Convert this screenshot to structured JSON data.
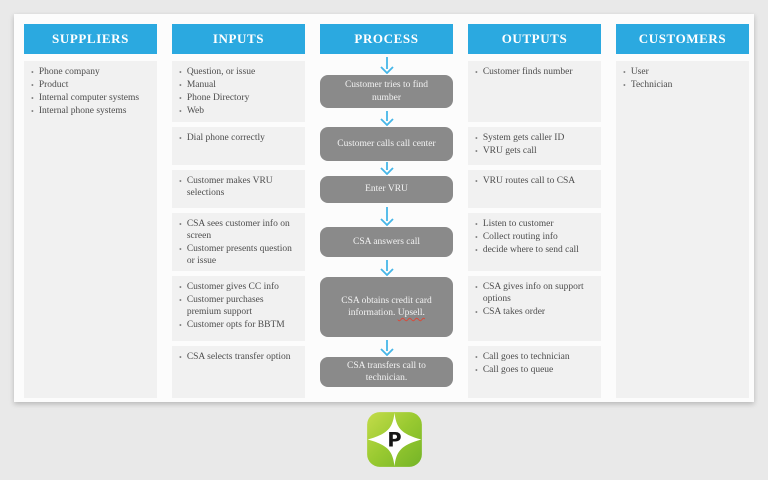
{
  "colors": {
    "page_bg": "#e9e9e9",
    "card_bg": "#fcfcfc",
    "header_blue": "#2ba9e0",
    "section_bg": "#f1f1f1",
    "process_gray": "#8a8a8a",
    "arrow_blue": "#45b6e8",
    "text_dark": "#4d4d4d",
    "misspell_red": "#d94a3a",
    "logo_green_light": "#bcd83f",
    "logo_green_dark": "#74b427"
  },
  "columns": [
    {
      "id": "suppliers",
      "header": "SUPPLIERS",
      "sections": [
        {
          "items": [
            "Phone company",
            "Product",
            "Internal computer systems",
            "Internal phone systems"
          ]
        }
      ]
    },
    {
      "id": "inputs",
      "header": "INPUTS",
      "sections": [
        {
          "items": [
            "Question, or issue",
            "Manual",
            "Phone Directory",
            "Web"
          ]
        },
        {
          "items": [
            "Dial phone correctly"
          ]
        },
        {
          "items": [
            "Customer makes VRU selections"
          ]
        },
        {
          "items": [
            "CSA sees customer info on screen",
            "Customer presents question or issue"
          ]
        },
        {
          "items": [
            "Customer gives CC info",
            "Customer purchases premium support",
            "Customer opts for BBTM"
          ]
        },
        {
          "items": [
            "CSA selects transfer option"
          ]
        }
      ]
    },
    {
      "id": "process",
      "header": "PROCESS",
      "steps": [
        {
          "label": "Customer tries to find number"
        },
        {
          "label": "Customer calls call center"
        },
        {
          "label": "Enter VRU"
        },
        {
          "label": "CSA answers call"
        },
        {
          "label": "CSA obtains credit card information.",
          "misspelled_word": "Upsell."
        },
        {
          "label": "CSA transfers call to technician."
        }
      ]
    },
    {
      "id": "outputs",
      "header": "OUTPUTS",
      "sections": [
        {
          "items": [
            "Customer finds number"
          ]
        },
        {
          "items": [
            "System gets caller ID",
            "VRU gets call"
          ]
        },
        {
          "items": [
            "VRU routes call to CSA"
          ]
        },
        {
          "items": [
            "Listen to customer",
            "Collect routing info",
            "decide where to send call"
          ]
        },
        {
          "items": [
            "CSA gives info on support options",
            "CSA takes order"
          ]
        },
        {
          "items": [
            "Call goes to technician",
            "Call goes to queue"
          ]
        }
      ]
    },
    {
      "id": "customers",
      "header": "CUSTOMERS",
      "sections": [
        {
          "items": [
            "User",
            "Technician"
          ]
        }
      ]
    }
  ],
  "logo": {
    "letter": "P"
  }
}
